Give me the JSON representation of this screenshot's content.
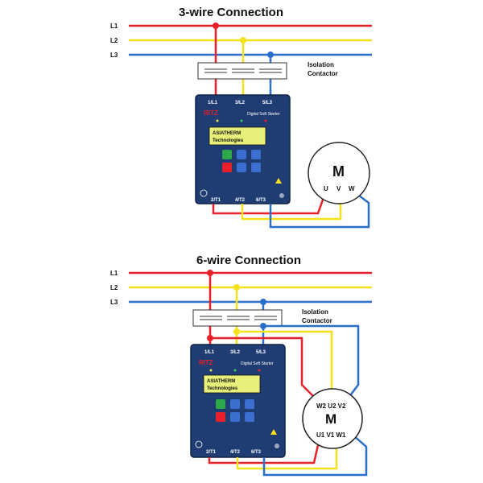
{
  "colors": {
    "L1": "#e8202a",
    "L2": "#f5e21b",
    "L3": "#2a6fc9",
    "unit": "#1f3d73",
    "display": "#e8f07a"
  },
  "top": {
    "title": "3-wire Connection",
    "lines": [
      "L1",
      "L2",
      "L3"
    ],
    "contactor_label": [
      "Isolation",
      "Contactor"
    ],
    "input_terminals": [
      "1/L1",
      "3/L2",
      "5/L3"
    ],
    "output_terminals": [
      "2/T1",
      "4/T2",
      "6/T3"
    ],
    "brand": "Digital Soft Starter",
    "display_lines": [
      "ASIATHERM",
      "Technologies"
    ],
    "motor_label": "M",
    "motor_terminals": [
      "U",
      "V",
      "W"
    ]
  },
  "bottom": {
    "title": "6-wire Connection",
    "lines": [
      "L1",
      "L2",
      "L3"
    ],
    "contactor_label": [
      "Isolation",
      "Contactor"
    ],
    "input_terminals": [
      "1/L1",
      "3/L2",
      "5/L3"
    ],
    "output_terminals": [
      "2/T1",
      "4/T2",
      "6/T3"
    ],
    "brand": "Digital Soft Starter",
    "display_lines": [
      "ASIATHERM",
      "Technologies"
    ],
    "motor_label": "M",
    "motor_top_terminals": "W2 U2 V2",
    "motor_bottom_terminals": "U1 V1 W1"
  }
}
